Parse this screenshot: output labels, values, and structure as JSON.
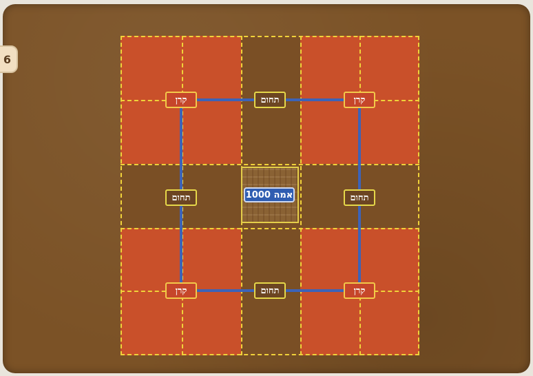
{
  "page_number": "6",
  "center": {
    "label": "1000 אמה"
  },
  "corners": {
    "top_left": "קרן",
    "top_right": "קרן",
    "bottom_left": "קרן",
    "bottom_right": "קרן"
  },
  "sides": {
    "top": "תחום",
    "left": "תחום",
    "right": "תחום",
    "bottom": "תחום"
  },
  "colors": {
    "background": "#7b5226",
    "corner_area": "#c9502a",
    "path_line": "#3c63b8",
    "dashed_border": "#f0d23a",
    "center_label": "#2f5db1"
  }
}
